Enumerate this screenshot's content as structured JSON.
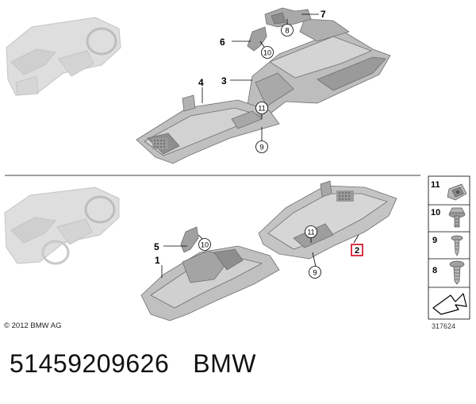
{
  "diagram": {
    "callouts_top": {
      "c7": "7",
      "c8": "8",
      "c6": "6",
      "c10": "10",
      "c4": "4",
      "c3": "3",
      "c11": "11",
      "c9": "9"
    },
    "callouts_bottom": {
      "c5": "5",
      "c10": "10",
      "c1": "1",
      "c11": "11",
      "c9": "9",
      "c2": "2"
    },
    "legend": [
      {
        "num": "11",
        "icon": "clip-nut-icon"
      },
      {
        "num": "10",
        "icon": "hex-bolt-icon"
      },
      {
        "num": "9",
        "icon": "screw-icon"
      },
      {
        "num": "8",
        "icon": "screw-icon"
      }
    ],
    "copyright": "© 2012 BMW AG",
    "illustration_number": "317624"
  },
  "part": {
    "number": "51459209626",
    "brand": "BMW"
  },
  "colors": {
    "part_fill": "#c8c8c8",
    "part_dark": "#8c8c8c",
    "car_ghost": "#dcdcdc",
    "highlight": "#d0021b"
  }
}
